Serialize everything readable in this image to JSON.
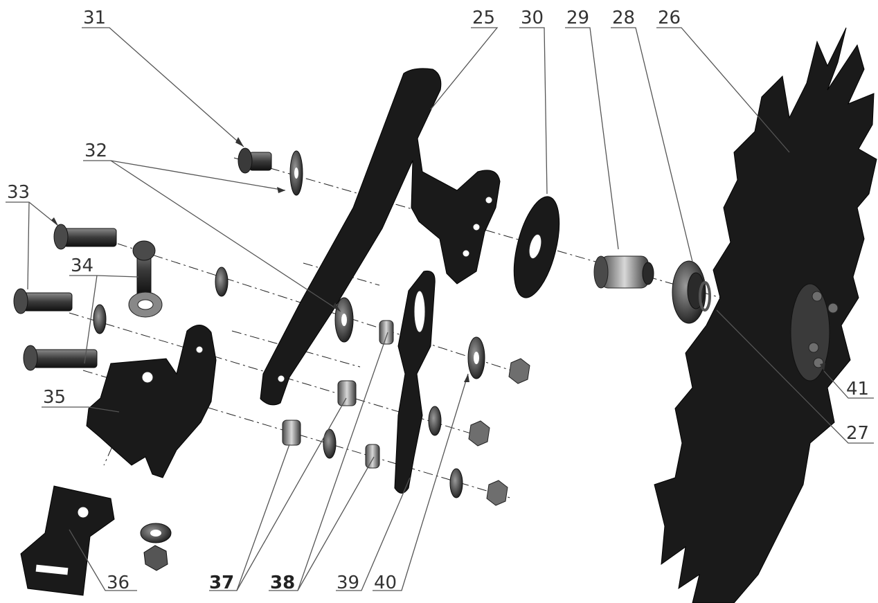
{
  "diagram": {
    "callouts": [
      {
        "id": "c25",
        "text": "25"
      },
      {
        "id": "c30",
        "text": "30"
      },
      {
        "id": "c29",
        "text": "29"
      },
      {
        "id": "c28",
        "text": "28"
      },
      {
        "id": "c26",
        "text": "26"
      },
      {
        "id": "c31",
        "text": "31"
      },
      {
        "id": "c32",
        "text": "32"
      },
      {
        "id": "c33",
        "text": "33"
      },
      {
        "id": "c34",
        "text": "34"
      },
      {
        "id": "c35",
        "text": "35"
      },
      {
        "id": "c36",
        "text": "36"
      },
      {
        "id": "c37",
        "text": "37"
      },
      {
        "id": "c38",
        "text": "38"
      },
      {
        "id": "c39",
        "text": "39"
      },
      {
        "id": "c40",
        "text": "40"
      },
      {
        "id": "c41",
        "text": "41"
      },
      {
        "id": "c27",
        "text": "27"
      }
    ]
  }
}
